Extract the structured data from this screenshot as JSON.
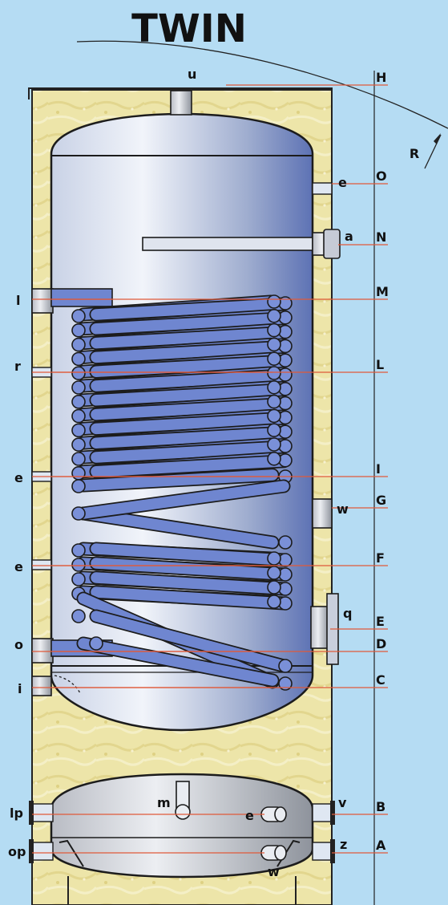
{
  "title": "TWIN",
  "radius_label": "R",
  "connections_left": [
    {
      "key": "l",
      "label": "l"
    },
    {
      "key": "r",
      "label": "r"
    },
    {
      "key": "e1",
      "label": "e"
    },
    {
      "key": "e2",
      "label": "e"
    },
    {
      "key": "o",
      "label": "o"
    },
    {
      "key": "i",
      "label": "i"
    },
    {
      "key": "lp",
      "label": "lp"
    },
    {
      "key": "op",
      "label": "op"
    }
  ],
  "connections_right": [
    {
      "key": "u",
      "label": "u"
    },
    {
      "key": "e",
      "label": "e"
    },
    {
      "key": "a",
      "label": "a"
    },
    {
      "key": "w",
      "label": "w"
    },
    {
      "key": "q",
      "label": "q"
    },
    {
      "key": "v",
      "label": "v"
    },
    {
      "key": "z",
      "label": "z"
    }
  ],
  "inner_labels": {
    "m": "m",
    "e": "e",
    "w": "w"
  },
  "levels": [
    "H",
    "O",
    "N",
    "M",
    "L",
    "I",
    "G",
    "F",
    "E",
    "D",
    "C",
    "B",
    "A"
  ],
  "colors": {
    "background": "#b5dcf3",
    "insulation": "#ece4a6",
    "tank_steel": "#9aa8c8",
    "coil": "#6f86d0",
    "dimension_line": "#e05a3a"
  }
}
